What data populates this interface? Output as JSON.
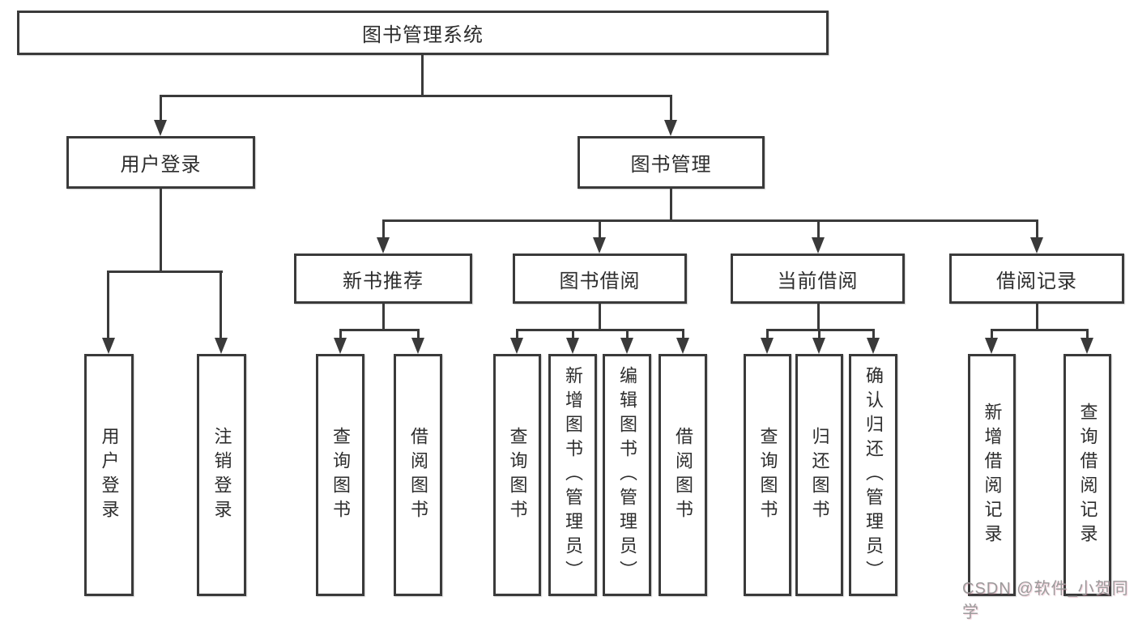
{
  "diagram_type": "hierarchy-flowchart",
  "tree": {
    "root": {
      "label": "图书管理系统"
    },
    "children": [
      {
        "label": "用户登录",
        "children": [
          {
            "label": "用户登录"
          },
          {
            "label": "注销登录"
          }
        ]
      },
      {
        "label": "图书管理",
        "children": [
          {
            "label": "新书推荐",
            "children": [
              {
                "label": "查询图书"
              },
              {
                "label": "借阅图书"
              }
            ]
          },
          {
            "label": "图书借阅",
            "children": [
              {
                "label": "查询图书"
              },
              {
                "label": "新增图书（管理员）"
              },
              {
                "label": "编辑图书（管理员）"
              },
              {
                "label": "借阅图书"
              }
            ]
          },
          {
            "label": "当前借阅",
            "children": [
              {
                "label": "查询图书"
              },
              {
                "label": "归还图书"
              },
              {
                "label": "确认归还（管理员）"
              }
            ]
          },
          {
            "label": "借阅记录",
            "children": [
              {
                "label": "新增借阅记录"
              },
              {
                "label": "查询借阅记录"
              }
            ]
          }
        ]
      }
    ]
  },
  "watermark": {
    "text": "CSDN @软件_小贺同学"
  },
  "colors": {
    "line": "#3a3a3a",
    "box_border": "#3a3a3a",
    "box_bg": "#ffffff",
    "text": "#2d2d2d",
    "watermark": "#9b9b9b",
    "background": "#ffffff"
  }
}
